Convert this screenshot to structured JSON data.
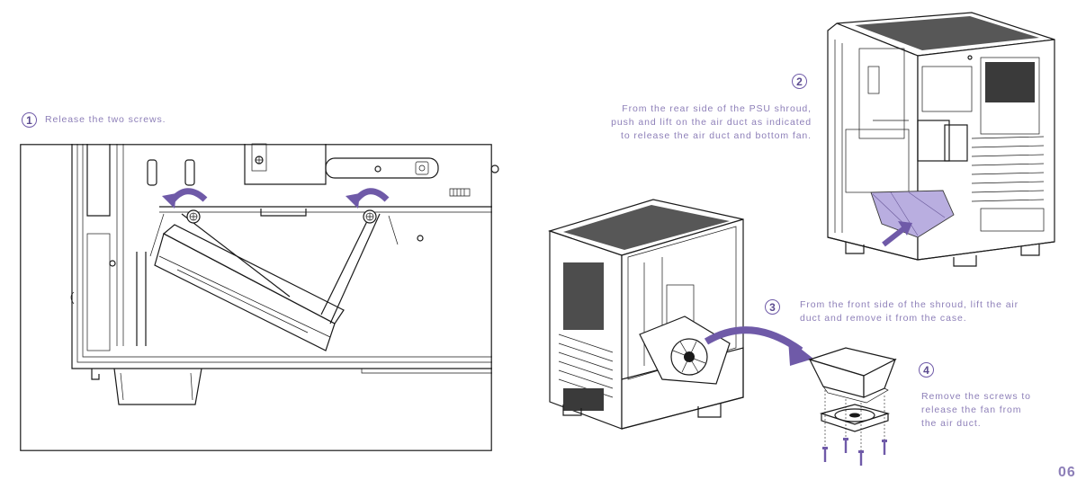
{
  "steps": [
    {
      "number": "1",
      "text": "Release the two screws."
    },
    {
      "number": "2",
      "lines": [
        "From the rear side of the PSU shroud,",
        "push and lift on the air duct as indicated",
        "to release the air duct and bottom fan."
      ]
    },
    {
      "number": "3",
      "lines": [
        "From the front side of the shroud, lift the air",
        "duct and remove it from the case."
      ]
    },
    {
      "number": "4",
      "lines": [
        "Remove the screws to",
        "release the fan from",
        "the air duct."
      ]
    }
  ],
  "page_number": "06",
  "colors": {
    "accent": "#6f5aa8",
    "caption": "#8d7fb8",
    "duct_fill": "#b9aee0",
    "line": "#1a1a1a"
  }
}
